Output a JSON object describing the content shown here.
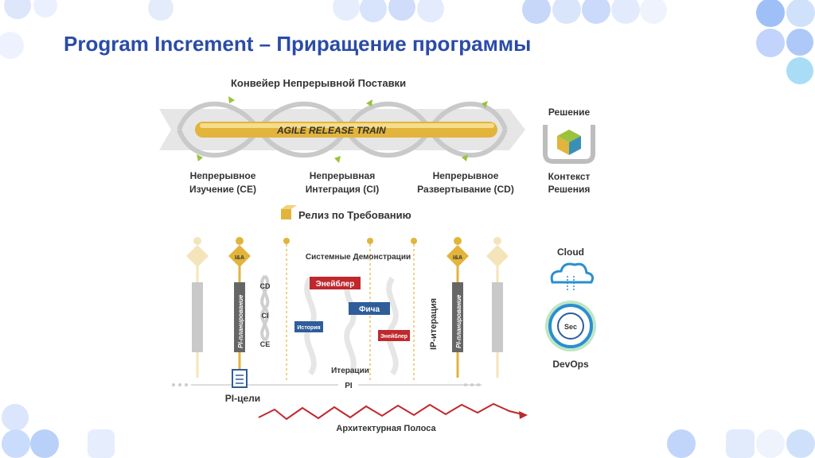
{
  "slide": {
    "title": "Program Increment – Приращение программы"
  },
  "pipeline": {
    "heading": "Конвейер Непрерывной Поставки",
    "train": "AGILE RELEASE TRAIN",
    "ce": [
      "Непрерывное",
      "Изучение (CE)"
    ],
    "ci": [
      "Непрерывная",
      "Интеграция (CI)"
    ],
    "cd": [
      "Непрерывное",
      "Развертывание (CD)"
    ]
  },
  "solution": {
    "label": "Решение",
    "context": [
      "Контекст",
      "Решения"
    ]
  },
  "release": {
    "label": "Релиз по Требованию"
  },
  "pi": {
    "demos": "Системные Демонстрации",
    "planning": "PI-планирование",
    "ip": "IP-итерация",
    "loop_cd": "CD",
    "loop_ci": "CI",
    "loop_ce": "CE",
    "enabler_big": "Энейблер",
    "feature": "Фича",
    "story": "История",
    "enabler_small": "Энейблер",
    "iterations": "Итерации",
    "pi_label": "PI",
    "objectives": "PI-цели",
    "runway": "Архитектурная Полоса"
  },
  "devops": {
    "cloud": "Cloud",
    "sec": "Sec",
    "devops": "DevOps"
  },
  "colors": {
    "title": "#2a4ba8",
    "enabler": "#c0282d",
    "feature": "#2f5d9a",
    "runway": "#c0282d",
    "milestone": "#d9a520"
  }
}
